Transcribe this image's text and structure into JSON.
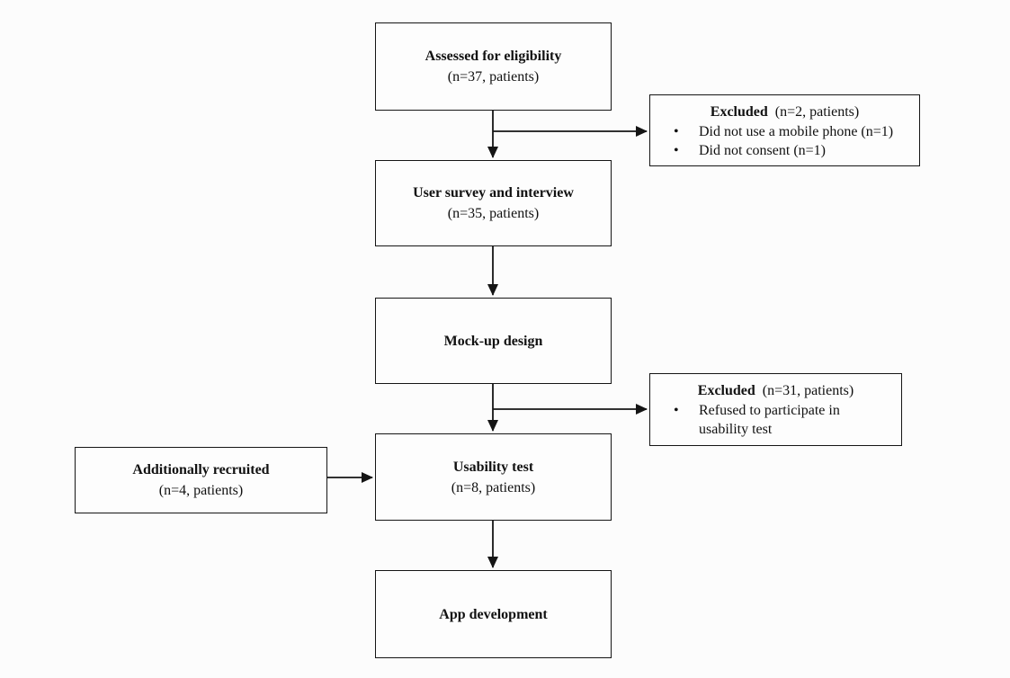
{
  "figure": {
    "type": "flowchart",
    "background_color": "#fcfcfc",
    "box_border_color": "#151515",
    "arrow_color": "#151515",
    "text_color": "#111111"
  },
  "nodes": {
    "assessed": {
      "title": "Assessed for eligibility",
      "subtitle": "(n=37, patients)"
    },
    "excluded1": {
      "title": "Excluded",
      "detail": "(n=2, patients)",
      "bullets": [
        "Did not use a mobile phone (n=1)",
        "Did not consent (n=1)"
      ]
    },
    "survey": {
      "title": "User survey and interview",
      "subtitle": "(n=35, patients)"
    },
    "mockup": {
      "title": "Mock-up design"
    },
    "excluded2": {
      "title": "Excluded",
      "detail": "(n=31, patients)",
      "bullets": [
        "Refused to participate in usability test"
      ]
    },
    "recruited": {
      "title": "Additionally recruited",
      "subtitle": "(n=4, patients)"
    },
    "usability": {
      "title": "Usability test",
      "subtitle": "(n=8, patients)"
    },
    "appdev": {
      "title": "App development"
    }
  },
  "edges": [
    {
      "from": "assessed",
      "to": "survey"
    },
    {
      "from": "assessed",
      "to": "excluded1"
    },
    {
      "from": "survey",
      "to": "mockup"
    },
    {
      "from": "mockup",
      "to": "usability"
    },
    {
      "from": "mockup",
      "to": "excluded2"
    },
    {
      "from": "recruited",
      "to": "usability"
    },
    {
      "from": "usability",
      "to": "appdev"
    }
  ]
}
